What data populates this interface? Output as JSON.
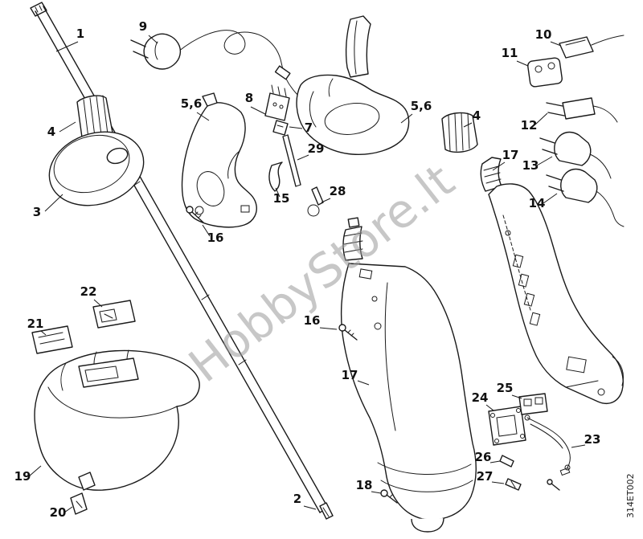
{
  "diagram": {
    "watermark": "HobbyStore.lt",
    "doc_code": "314ET002",
    "colors": {
      "line": "#1a1a1a",
      "watermark": "#9a9a9a",
      "background": "#ffffff"
    },
    "callouts": [
      {
        "label": "1"
      },
      {
        "label": "9"
      },
      {
        "label": "10"
      },
      {
        "label": "11"
      },
      {
        "label": "5,6"
      },
      {
        "label": "8"
      },
      {
        "label": "4"
      },
      {
        "label": "12"
      },
      {
        "label": "7"
      },
      {
        "label": "5,6"
      },
      {
        "label": "4"
      },
      {
        "label": "17"
      },
      {
        "label": "13"
      },
      {
        "label": "29"
      },
      {
        "label": "3"
      },
      {
        "label": "15"
      },
      {
        "label": "28"
      },
      {
        "label": "14"
      },
      {
        "label": "16"
      },
      {
        "label": "22"
      },
      {
        "label": "16"
      },
      {
        "label": "21"
      },
      {
        "label": "17"
      },
      {
        "label": "25"
      },
      {
        "label": "24"
      },
      {
        "label": "23"
      },
      {
        "label": "19"
      },
      {
        "label": "26"
      },
      {
        "label": "27"
      },
      {
        "label": "18"
      },
      {
        "label": "2"
      },
      {
        "label": "20"
      }
    ]
  }
}
